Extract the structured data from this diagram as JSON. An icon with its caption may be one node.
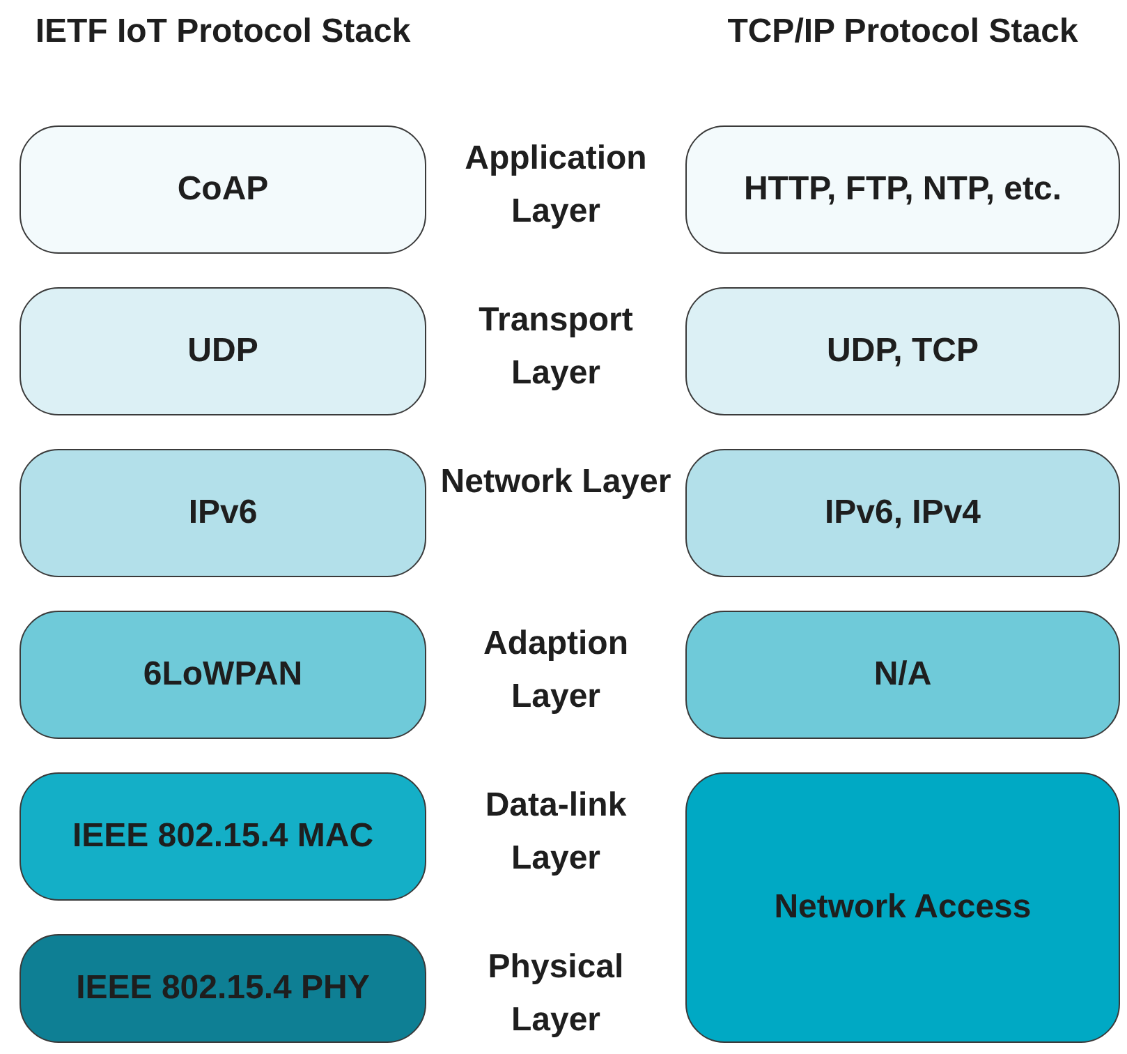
{
  "diagram": {
    "nodes": [
      {
        "text": [
          "CoAP"
        ]
      },
      {
        "text": [
          "HTTP, FTP, NTP, etc."
        ]
      },
      {
        "text": [
          "UDP"
        ]
      },
      {
        "text": [
          "UDP, TCP"
        ]
      },
      {
        "text": [
          "IPv6"
        ]
      },
      {
        "text": [
          "IPv6, IPv4"
        ]
      },
      {
        "text": [
          "6LoWPAN"
        ]
      },
      {
        "text": [
          "N/A"
        ]
      },
      {
        "text": [
          "IEEE 802.15.4 MAC"
        ]
      },
      {
        "text": [
          "Network Access"
        ]
      },
      {
        "text": [
          "IEEE 802.15.4 PHY"
        ]
      }
    ],
    "labels": [
      "IETF IoT Protocol Stack",
      "TCP/IP Protocol Stack",
      "Application Layer",
      "Transport Layer",
      "Network Layer",
      "Adaption Layer",
      "Data-link Layer",
      "Physical Layer"
    ]
  }
}
